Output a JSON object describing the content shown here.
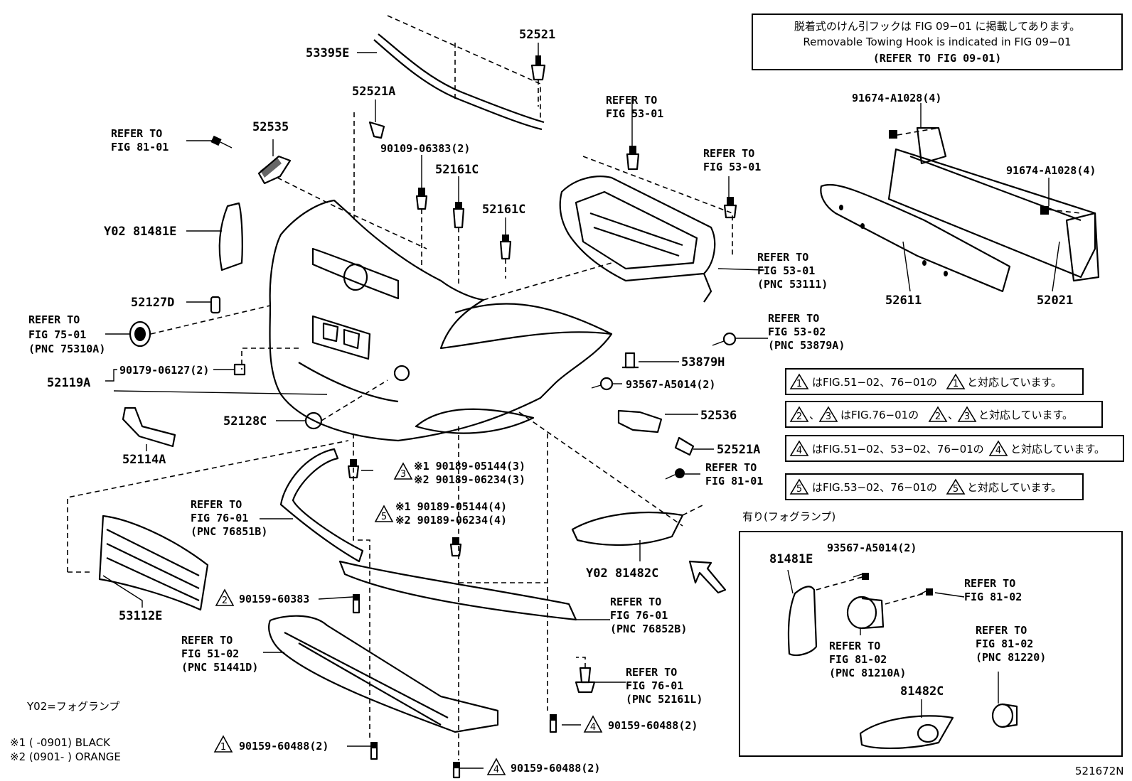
{
  "notice": {
    "line1": "脱着式のけん引フックは FIG 09−01 に掲載してあります。",
    "line2": "Removable Towing Hook is indicated in FIG 09−01",
    "line3": "(REFER TO FIG 09-01)"
  },
  "notes": [
    {
      "num": "1",
      "text": "はFIG.51−02、76−01の",
      "num2": "1",
      "text2": "と対応しています。"
    },
    {
      "num": "2",
      "text": "、",
      "num2": "3",
      "text2": "はFIG.76−01の",
      "num3": "2",
      "text3": "、",
      "num4": "3",
      "text4": "と対応しています。"
    },
    {
      "num": "4",
      "text": "はFIG.51−02、53−02、76−01の",
      "num2": "4",
      "text2": "と対応しています。"
    },
    {
      "num": "5",
      "text": "はFIG.53−02、76−01の",
      "num2": "5",
      "text2": "と対応しています。"
    }
  ],
  "parts": {
    "p53395E": "53395E",
    "p52521": "52521",
    "p52521A_top": "52521A",
    "p52535": "52535",
    "p90109": "90109-06383(2)",
    "p52161C_a": "52161C",
    "p52161C_b": "52161C",
    "pY02_81481E": "Y02 81481E",
    "p52127D": "52127D",
    "p52119A": "52119A",
    "p90179": "90179-06127(2)",
    "p52128C": "52128C",
    "p52114A": "52114A",
    "p53112E": "53112E",
    "p90159_60383": "90159-60383",
    "p90159_60488_a": "90159-60488(2)",
    "p90159_60488_b": "90159-60488(2)",
    "p90159_60488_c": "90159-60488(2)",
    "p53879H": "53879H",
    "p93567_main": "93567-A5014(2)",
    "p52536": "52536",
    "p52521A_right": "52521A",
    "pY02_81482C": "Y02 81482C",
    "p52611": "52611",
    "p52021": "52021",
    "p91674_a": "91674-A1028(4)",
    "p91674_b": "91674-A1028(4)",
    "p90189_s1_3": "※1 90189-05144(3)",
    "p90189_s2_3": "※2 90189-06234(3)",
    "p90189_s1_4": "※1 90189-05144(4)",
    "p90189_s2_4": "※2 90189-06234(4)"
  },
  "refs": {
    "r81_01_top": [
      "REFER TO",
      "FIG 81-01"
    ],
    "r53_01_a": [
      "REFER TO",
      "FIG 53-01"
    ],
    "r53_01_b": [
      "REFER TO",
      "FIG 53-01"
    ],
    "r53_01_c": [
      "REFER TO",
      "FIG 53-01",
      "(PNC 53111)"
    ],
    "r75_01": [
      "REFER TO",
      "FIG 75-01",
      "(PNC 75310A)"
    ],
    "r53_02": [
      "REFER TO",
      "FIG 53-02",
      "(PNC 53879A)"
    ],
    "r81_01_right": [
      "REFER TO",
      "FIG 81-01"
    ],
    "r76_01_a": [
      "REFER TO",
      "FIG 76-01",
      "(PNC 76851B)"
    ],
    "r76_01_b": [
      "REFER TO",
      "FIG 76-01",
      "(PNC 76852B)"
    ],
    "r51_02": [
      "REFER TO",
      "FIG 51-02",
      "(PNC 51441D)"
    ],
    "r76_01_c": [
      "REFER TO",
      "FIG 76-01",
      "(PNC 52161L)"
    ]
  },
  "fog_inset": {
    "title": "有り(フォグランプ)",
    "p81481E": "81481E",
    "p93567": "93567-A5014(2)",
    "r81_02_a": [
      "REFER TO",
      "FIG 81-02"
    ],
    "r81_02_b": [
      "REFER TO",
      "FIG 81-02",
      "(PNC 81210A)"
    ],
    "r81_02_c": [
      "REFER TO",
      "FIG 81-02",
      "(PNC 81220)"
    ],
    "p81482C": "81482C"
  },
  "legend": {
    "y02": "Y02=フォグランプ",
    "s1": "※1 (        -0901) BLACK",
    "s2": "※2 (0901-        ) ORANGE"
  },
  "diagram_id": "521672N"
}
